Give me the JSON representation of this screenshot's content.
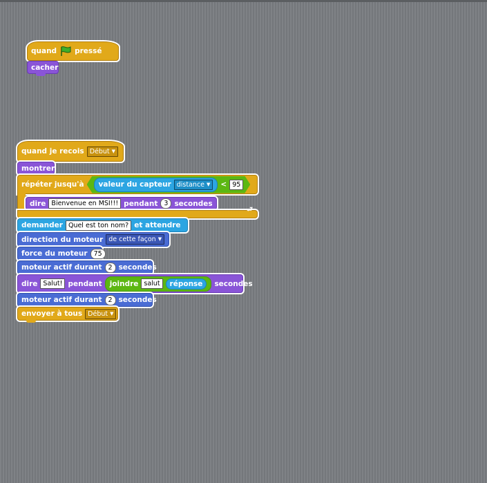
{
  "script1": {
    "hat_when": "quand",
    "hat_pressed": "pressé",
    "hide": "cacher"
  },
  "script2": {
    "receive_label": "quand je recois",
    "receive_msg": "Début",
    "show": "montrer",
    "repeat_until": "répéter jusqu'à",
    "sensor_value": "valeur du capteur",
    "sensor_name": "distance",
    "operator": "<",
    "threshold": "95",
    "say_label": "dire",
    "say_text": "Bienvenue en MSI!!!",
    "say_for": "pendant",
    "say_secs": "3",
    "say_seconds": "secondes",
    "ask_label": "demander",
    "ask_text": "Quel est ton nom?",
    "ask_wait": "et attendre",
    "motor_dir_label": "direction du moteur",
    "motor_dir_value": "de cette façon",
    "motor_power_label": "force du moteur",
    "motor_power_value": "75",
    "motor_on_label": "moteur actif durant",
    "motor_on_secs": "2",
    "motor_on_seconds": "secondes",
    "say2_label": "dire",
    "say2_text": "Salut!",
    "say2_for": "pendant",
    "join_label": "joindre",
    "join_text": "salut",
    "answer": "réponse",
    "say2_seconds": "secondes",
    "motor_on2_label": "moteur actif durant",
    "motor_on2_secs": "2",
    "motor_on2_seconds": "secondes",
    "broadcast_label": "envoyer à tous",
    "broadcast_msg": "Début"
  },
  "colors": {
    "control": "#e1a91a",
    "looks": "#8a55d7",
    "sensing": "#2ca5e2",
    "motor": "#4a6cd4",
    "operators": "#5cb712",
    "flag": "#3fae2a"
  }
}
